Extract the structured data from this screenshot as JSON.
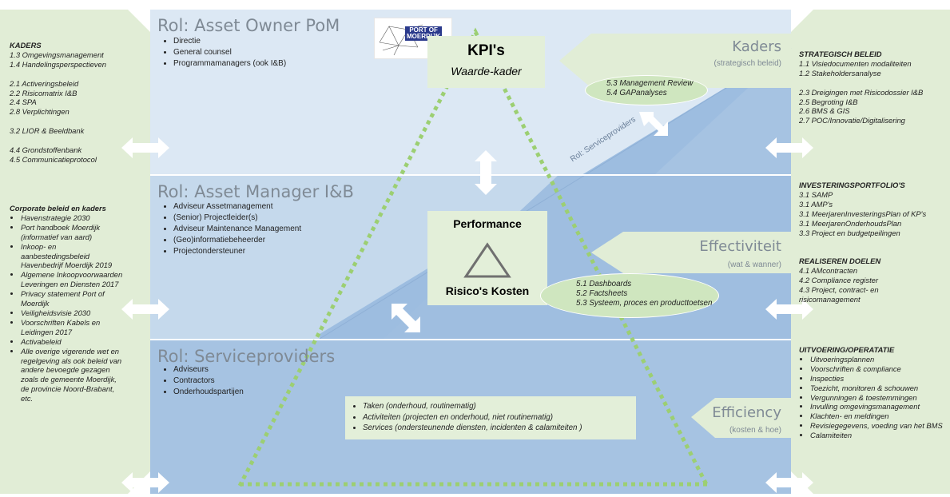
{
  "bands": {
    "owner": {
      "title": "Rol: Asset Owner PoM",
      "items": [
        "Directie",
        "General counsel",
        "Programmamanagers (ook I&B)"
      ]
    },
    "manager": {
      "title": "Rol: Asset Manager I&B",
      "items": [
        "Adviseur Assetmanagement",
        "(Senior) Projectleider(s)",
        "Adviseur Maintenance Management",
        "(Geo)informatiebeheerder",
        "Projectondersteuner"
      ]
    },
    "service": {
      "title": "Rol: Serviceproviders",
      "items": [
        "Adviseurs",
        "Contractors",
        "Onderhoudspartijen"
      ]
    }
  },
  "logo": {
    "text_line1": "PORT OF",
    "text_line2": "MOERDIJK"
  },
  "kpi": {
    "title": "KPI's",
    "subtitle": "Waarde-kader"
  },
  "triangle": {
    "top": "Performance",
    "bottom": "Risico's Kosten"
  },
  "diagonal_label": "Rol: Serviceproviders",
  "tags": {
    "kaders": {
      "title": "Kaders",
      "sub": "(strategisch beleid)"
    },
    "effectiviteit": {
      "title": "Effectiviteit",
      "sub": "(wat & wanner)"
    },
    "efficiency": {
      "title": "Efficiency",
      "sub": "(kosten & hoe)"
    }
  },
  "ellipses": {
    "top": [
      "5.3 Management Review",
      "5.4 GAPanalyses"
    ],
    "mid": [
      "5.1 Dashboards",
      "5.2 Factsheets",
      "5.3 Systeem, proces en producttoetsen"
    ]
  },
  "bottom_box": [
    "Taken (onderhoud, routinematig)",
    "Activiteiten (projecten en onderhoud, niet routinematig)",
    "Services (ondersteunende diensten, incidenten & calamiteiten  )"
  ],
  "left": {
    "kaders_head": "KADERS",
    "kaders_lines": [
      "1.3 Omgevingsmanagement",
      "1.4 Handelingsperspectieven",
      "",
      "2.1 Activeringsbeleid",
      "2.2 Risicomatrix I&B",
      "2.4 SPA",
      "2.8 Verplichtingen",
      "",
      "3.2 LIOR & Beeldbank",
      "",
      "4.4 Grondstoffenbank",
      "4.5 Communicatieprotocol"
    ],
    "corp_head": "Corporate beleid en kaders",
    "corp_items": [
      "Havenstrategie 2030",
      "Port handboek Moerdijk (informatief van aard)",
      "Inkoop- en aanbestedingsbeleid Havenbedrijf Moerdijk 2019",
      "Algemene Inkoopvoorwaarden Leveringen en Diensten 2017",
      "Privacy statement Port of Moerdijk",
      "Veiligheidsvisie 2030",
      "Voorschriften Kabels en Leidingen 2017",
      "Activabeleid",
      "Alle overige vigerende wet en regelgeving als ook beleid van andere bevoegde gezagen zoals de gemeente Moerdijk, de provincie Noord-Brabant, etc."
    ]
  },
  "right": {
    "strat_head": "STRATEGISCH BELEID",
    "strat_lines": [
      "1.1 Visiedocumenten modaliteiten",
      "1.2 Stakeholdersanalyse",
      "",
      "2.3 Dreigingen met Risicodossier I&B",
      "2.5 Begroting I&B",
      "2.6 BMS & GIS",
      "2.7 POC/Innovatie/Digitalisering"
    ],
    "inv_head": "INVESTERINGSPORTFOLIO'S",
    "inv_lines": [
      "3.1 SAMP",
      "3.1 AMP's",
      "3.1 MeerjarenInvesteringsPlan of KP's",
      "3.1 MeerjarenOnderhoudsPlan",
      "3.3 Project en budgetpeilingen"
    ],
    "real_head": "REALISEREN DOELEN",
    "real_lines": [
      "4.1 AMcontracten",
      "4.2 Compliance register",
      "4.3 Project, contract- en risicomanagement"
    ],
    "uitv_head": "UITVOERING/OPERATATIE",
    "uitv_items": [
      "Uitvoeringsplannen",
      "Voorschriften & compliance",
      "Inspecties",
      "Toezicht, monitoren & schouwen",
      "Vergunningen & toestemmingen",
      "Invulling omgevingsmanagement",
      "Klachten- en meldingen",
      "Revisiegegevens, voeding van het BMS",
      "Calamiteiten"
    ]
  },
  "colors": {
    "band_owner": "#dce8f4",
    "band_manager": "#c5d9ec",
    "band_service": "#a6c3e2",
    "accent_blue": "#8fb4dc",
    "side_green": "#e1edd6",
    "dotted_green": "#9ccf72"
  }
}
